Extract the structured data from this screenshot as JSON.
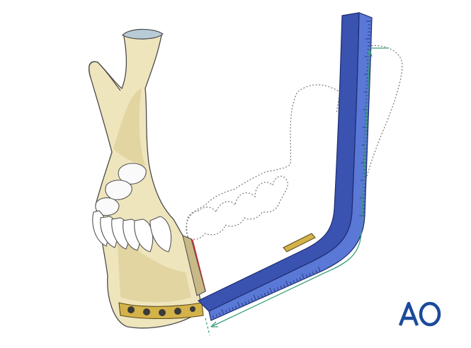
{
  "logo": {
    "text": "AO",
    "color": "#1c4a9c"
  },
  "colors": {
    "bone": "#efe5bd",
    "bone_shade": "#d8c98f",
    "ruler": "#4a66c9",
    "ruler_dark": "#2e3f8c",
    "measure_line": "#3aa07c",
    "plate": "#d4b24a",
    "resection_edge": "#e0303a",
    "condyle_cap": "#b9cbd6"
  },
  "icons": [
    "mandible-illustration",
    "ruler-template",
    "reconstruction-plate",
    "measurement-arrow",
    "ao-logo"
  ]
}
